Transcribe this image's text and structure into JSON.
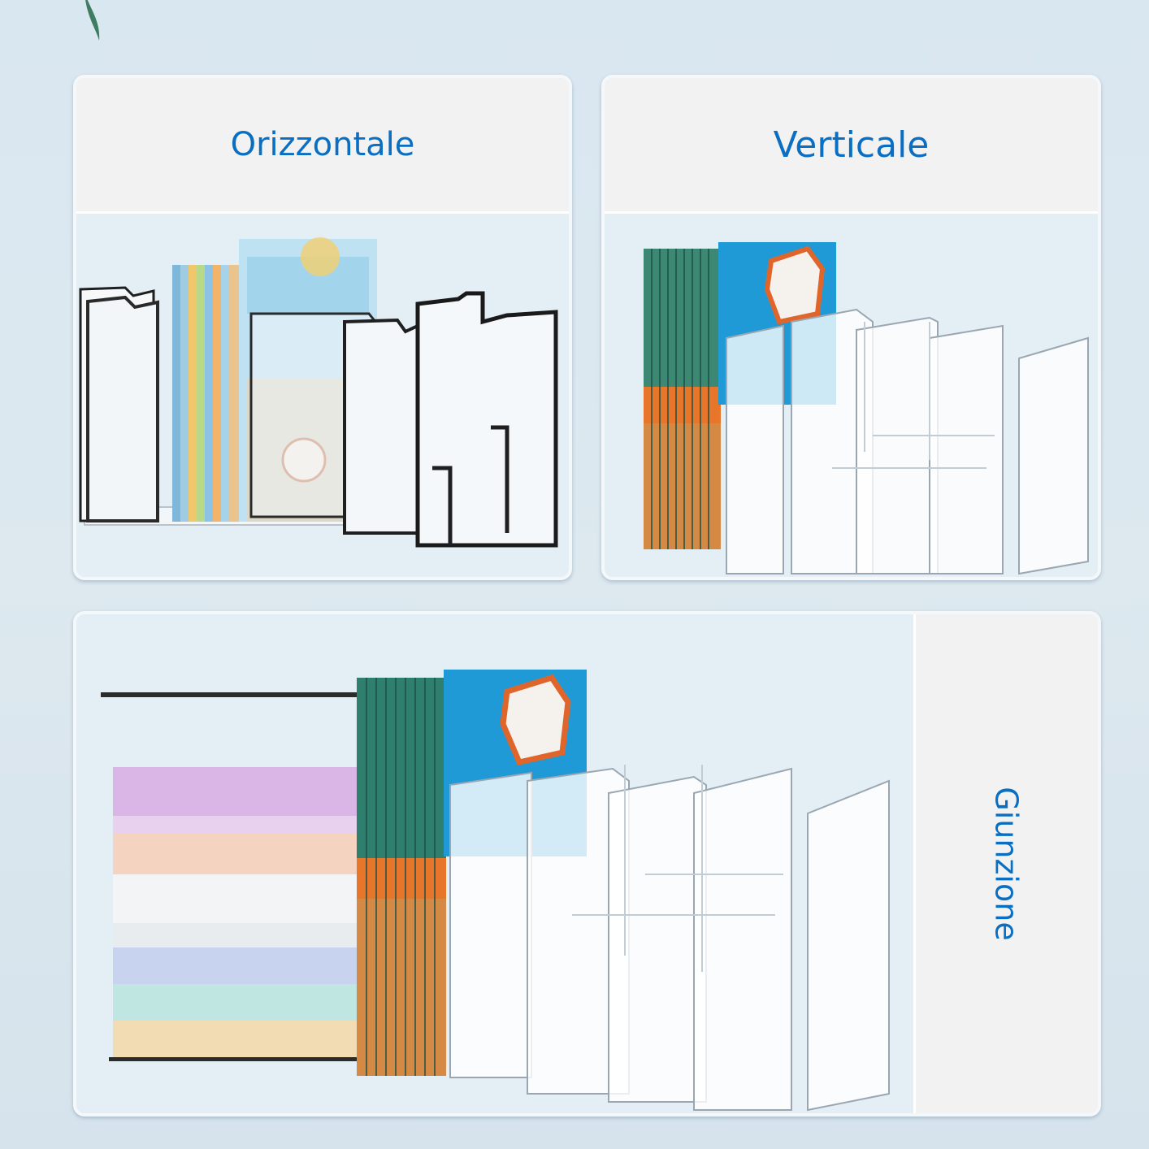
{
  "panels": {
    "horizontal": {
      "label": "Orizzontale"
    },
    "vertical": {
      "label": "Verticale"
    },
    "junction": {
      "label": "Giunzione"
    }
  },
  "colors": {
    "background": "#dae6ef",
    "panel": "#e4eef5",
    "label_box": "#f2f2f2",
    "label_text": "#0a6fc2"
  }
}
